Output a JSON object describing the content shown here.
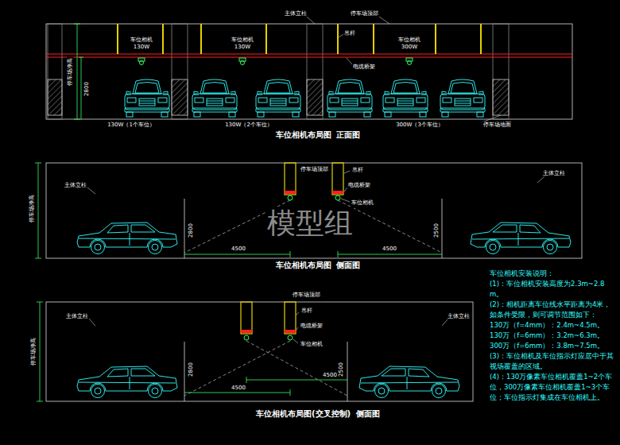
{
  "diagram": {
    "labels": [
      "主体立柱",
      "停车场顶部",
      "吊杆",
      "车位相机",
      "130W",
      "车位相机",
      "130W",
      "电缆桥架",
      "车位相机",
      "300W",
      "停车场净高",
      "2800",
      "130W（1个车位）",
      "130W（2个车位）",
      "300W（3个车位）",
      "停车场地面",
      "车位相机布局图  正面图",
      "停车场顶部",
      "主体立柱",
      "吊杆",
      "主体立柱",
      "电缆桥架",
      "车位相机",
      "停车场净高",
      "模型组",
      "2800",
      "2500",
      "4500",
      "4500",
      "车位相机布局图  侧面图",
      "停车场顶部",
      "吊杆",
      "主体立柱",
      "主体立柱",
      "电缆桥架",
      "车位相机",
      "停车场净高",
      "2800",
      "2500",
      "4500",
      "4500",
      "车位相机布局图(交叉控制)  侧面图",
      "车位相机安装说明：",
      "(1)：车位相机安装高度为2.3m~2.8m。",
      "(2)：相机距离车位线水平距离为4米，如条件受限，则可调节范围如下：",
      "130万（f=4mm）：2.4m~4.5m。",
      "130万（f=6mm）：3.2m~6.3m。",
      "300万（f=6mm）：3.8m~7.5m。",
      "(3)：车位相机及车位指示灯应居中于其视场覆盖的区域。",
      "(4)：130万像素车位相机覆盖1~2个车位，300万像素车位相机覆盖1~3个车位；车位指示灯集成在车位相机上。"
    ]
  }
}
